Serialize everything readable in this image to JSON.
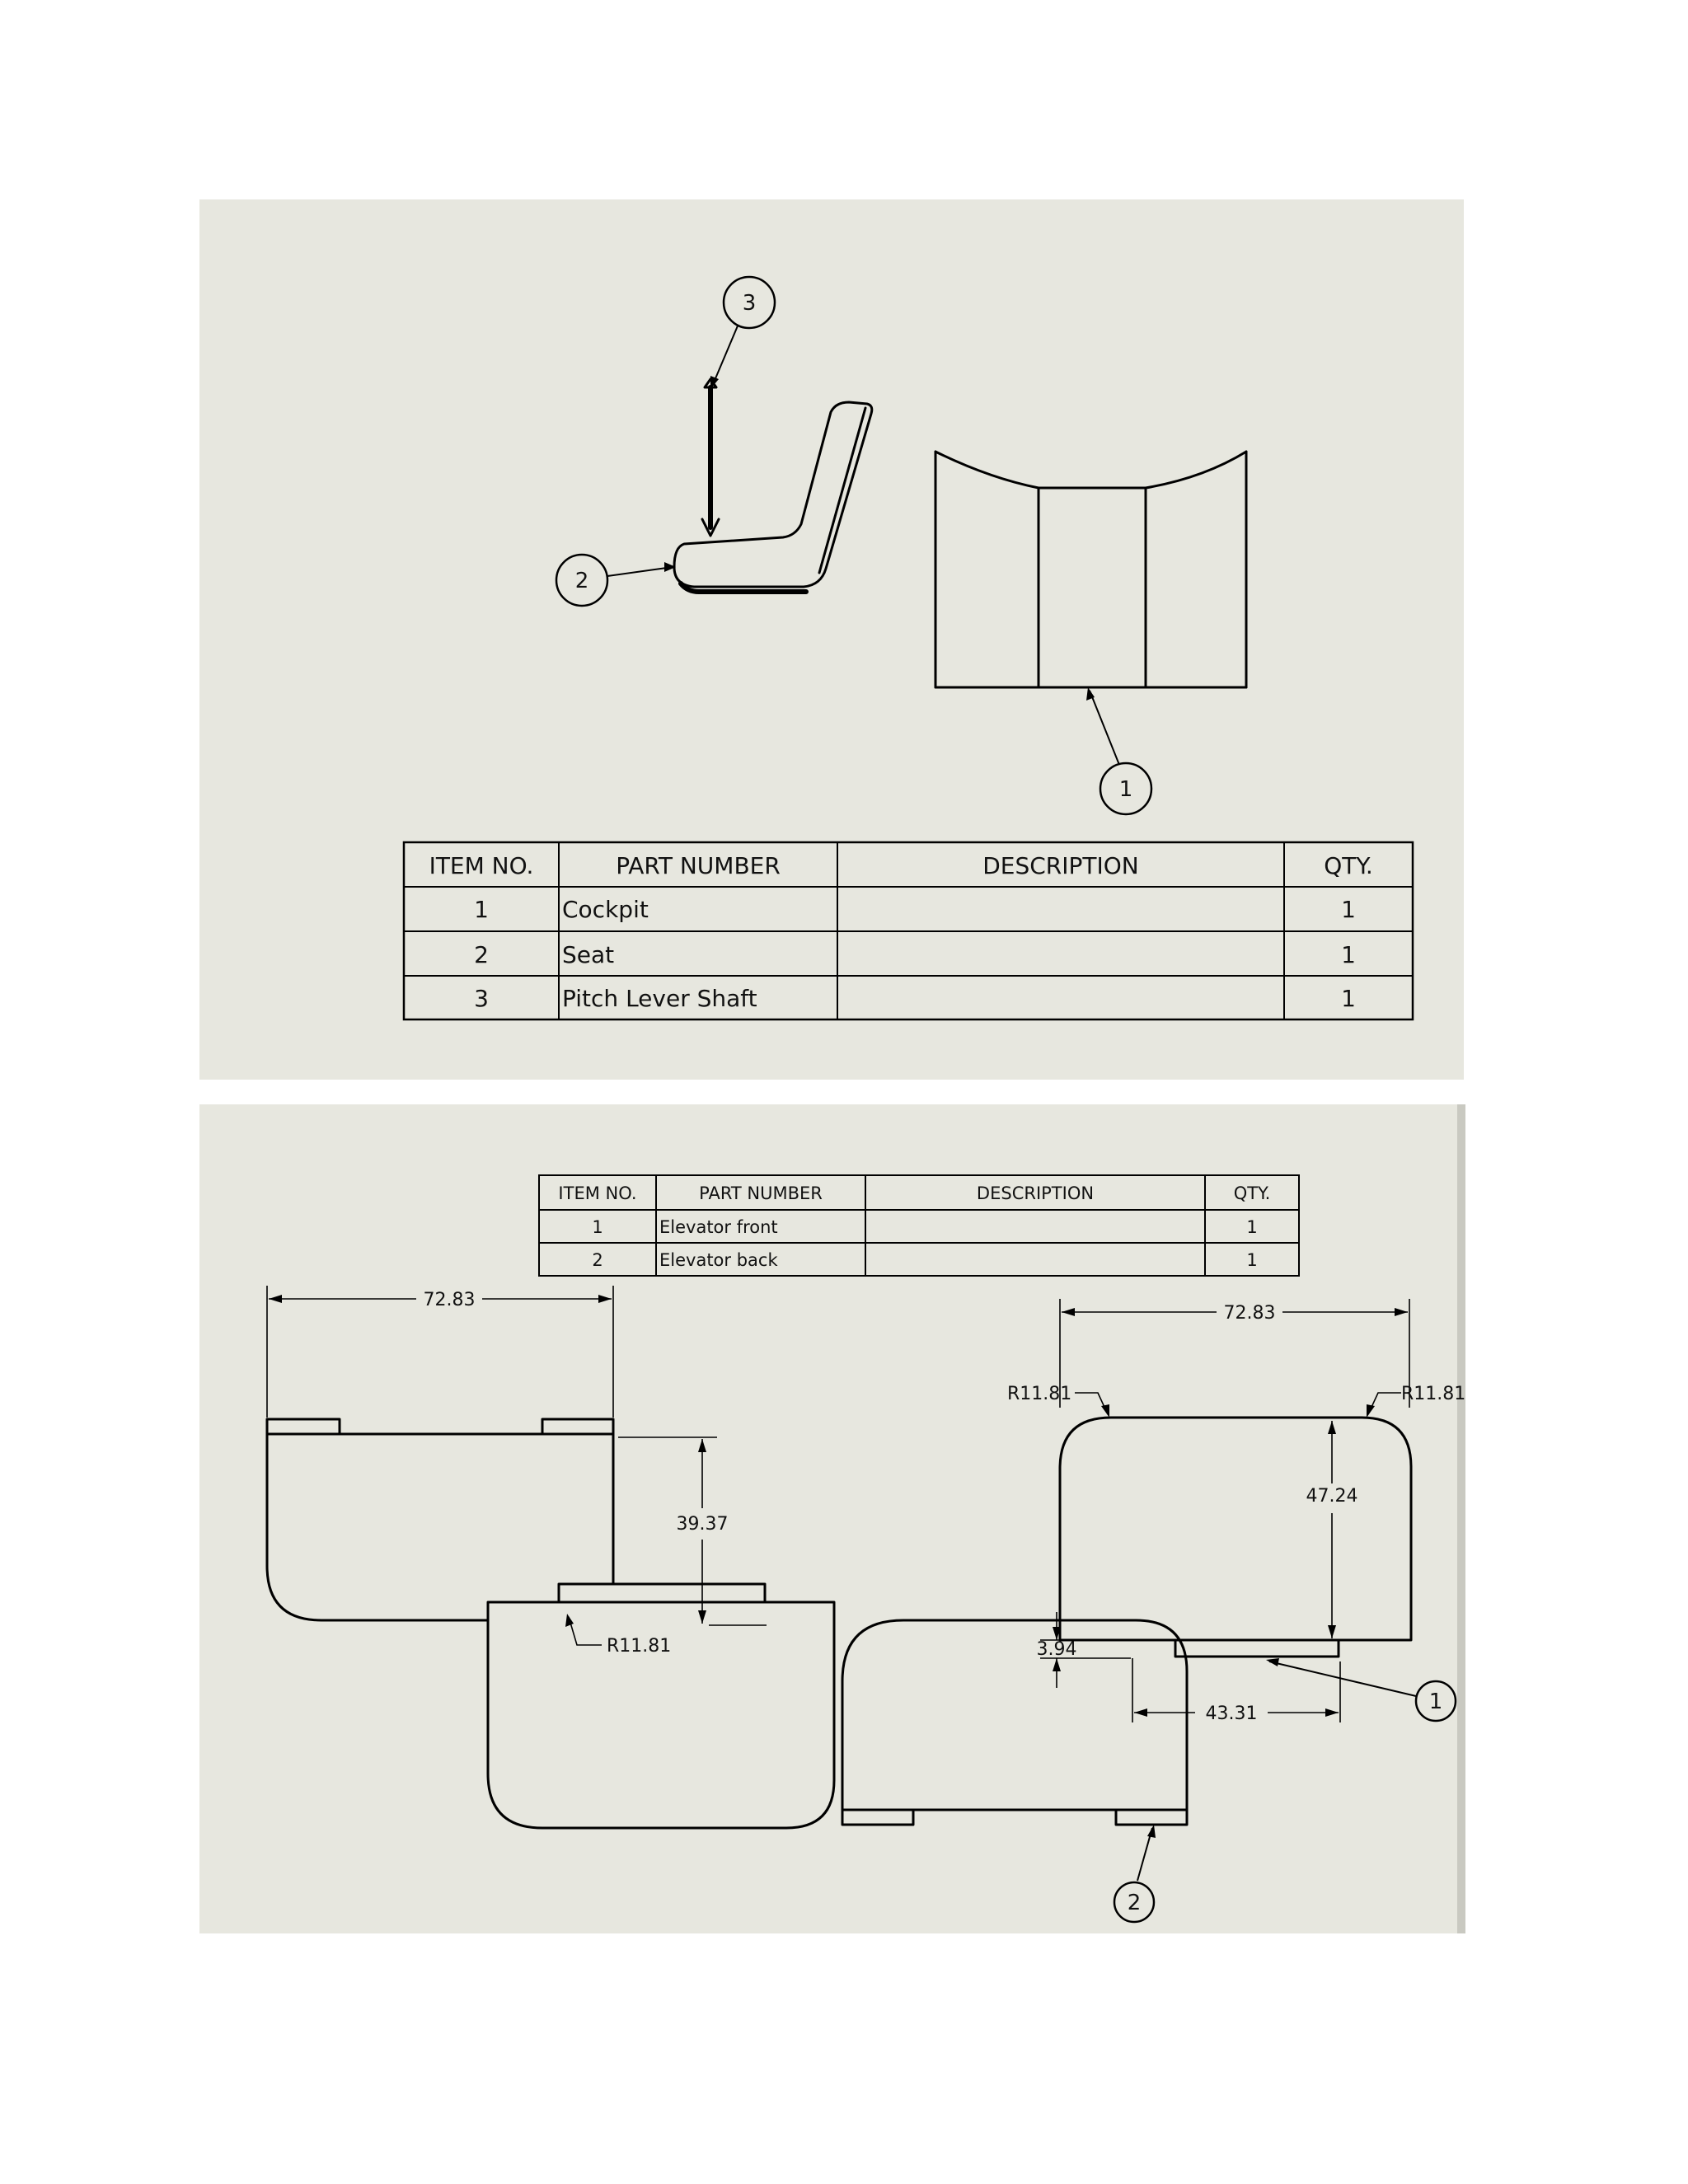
{
  "top_drawing": {
    "bom": {
      "headers": [
        "ITEM NO.",
        "PART NUMBER",
        "DESCRIPTION",
        "QTY."
      ],
      "rows": [
        {
          "item": "1",
          "part": "Cockpit",
          "description": "",
          "qty": "1"
        },
        {
          "item": "2",
          "part": "Seat",
          "description": "",
          "qty": "1"
        },
        {
          "item": "3",
          "part": "Pitch Lever Shaft",
          "description": "",
          "qty": "1"
        }
      ]
    },
    "balloons": [
      "3",
      "2",
      "1"
    ]
  },
  "bottom_drawing": {
    "bom": {
      "headers": [
        "ITEM NO.",
        "PART NUMBER",
        "DESCRIPTION",
        "QTY."
      ],
      "rows": [
        {
          "item": "1",
          "part": "Elevator front",
          "description": "",
          "qty": "1"
        },
        {
          "item": "2",
          "part": "Elevator back",
          "description": "",
          "qty": "1"
        }
      ]
    },
    "dimensions": {
      "left_width": "72.83",
      "left_height": "39.37",
      "left_radius": "R11.81",
      "right_width": "72.83",
      "right_radius_left": "R11.81",
      "right_radius_right": "R11.81",
      "right_height": "47.24",
      "small_gap": "3.94",
      "offset": "43.31"
    },
    "balloons": [
      "1",
      "2"
    ]
  },
  "colors": {
    "sheet": "#e7e7df",
    "line": "#000000"
  }
}
